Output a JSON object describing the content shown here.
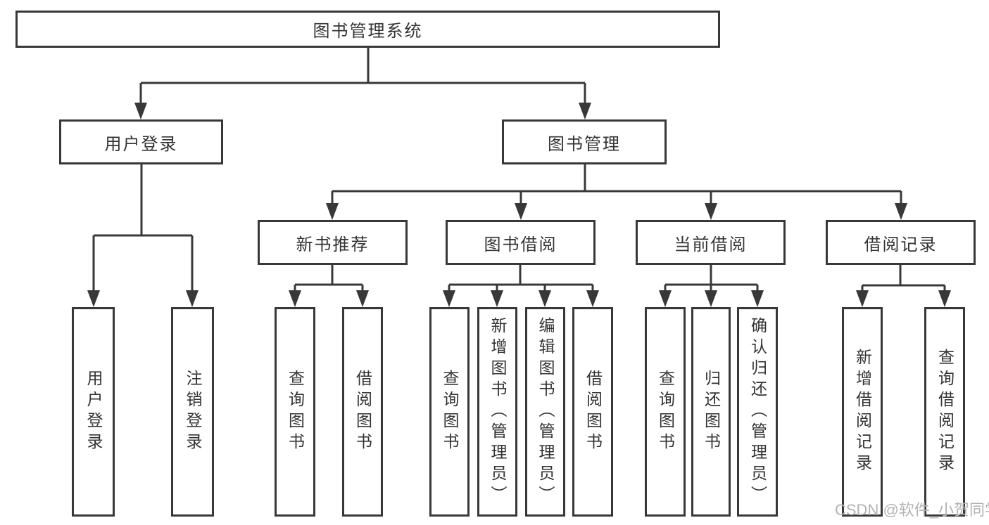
{
  "colors": {
    "line": "#383838",
    "text": "#333333",
    "background": "#ffffff",
    "watermark": "#b3b3b3"
  },
  "watermark": {
    "text": "CSDN @软件_小贺同学"
  },
  "tree": {
    "label": "图书管理系统",
    "children": [
      {
        "label": "用户登录",
        "children": [
          {
            "label": "用户登录"
          },
          {
            "label": "注销登录"
          }
        ]
      },
      {
        "label": "图书管理",
        "children": [
          {
            "label": "新书推荐",
            "children": [
              {
                "label": "查询图书"
              },
              {
                "label": "借阅图书"
              }
            ]
          },
          {
            "label": "图书借阅",
            "children": [
              {
                "label": "查询图书"
              },
              {
                "label": "新增图书（管理员）"
              },
              {
                "label": "编辑图书（管理员）"
              },
              {
                "label": "借阅图书"
              }
            ]
          },
          {
            "label": "当前借阅",
            "children": [
              {
                "label": "查询图书"
              },
              {
                "label": "归还图书"
              },
              {
                "label": "确认归还（管理员）"
              }
            ]
          },
          {
            "label": "借阅记录",
            "children": [
              {
                "label": "新增借阅记录"
              },
              {
                "label": "查询借阅记录"
              }
            ]
          }
        ]
      }
    ]
  }
}
